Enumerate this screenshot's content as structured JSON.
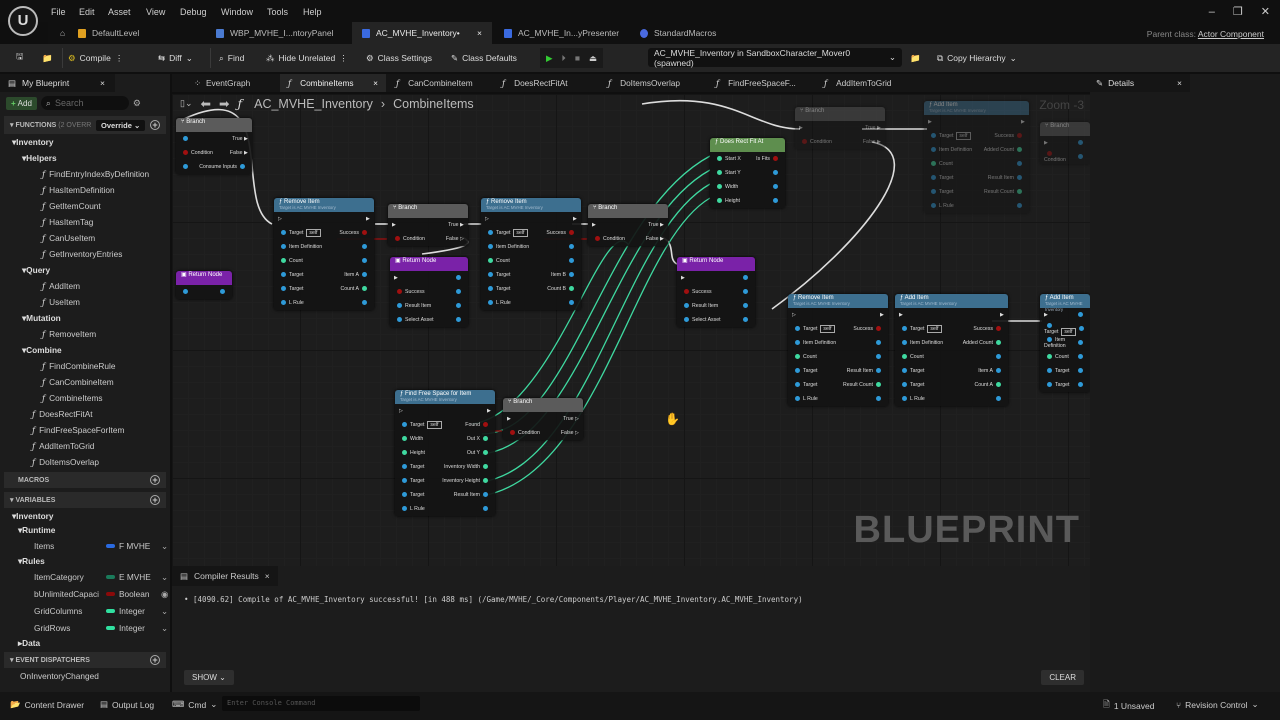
{
  "app": {
    "logo": "U",
    "menu": [
      "File",
      "Edit",
      "Asset",
      "View",
      "Debug",
      "Window",
      "Tools",
      "Help"
    ],
    "window_controls": [
      "–",
      "❐",
      "✕"
    ]
  },
  "doc_tabs": [
    {
      "label": "DefaultLevel",
      "color": "#e0a020"
    },
    {
      "label": "WBP_MVHE_I...ntoryPanel",
      "color": "#4a7ad0"
    },
    {
      "label": "AC_MVHE_Inventory•",
      "color": "#3a6ae0",
      "close": "×"
    },
    {
      "label": "AC_MVHE_In...yPresenter",
      "color": "#3a6ae0"
    },
    {
      "label": "StandardMacros",
      "color": "#4a6ae0"
    }
  ],
  "parent_class": {
    "label": "Parent class:",
    "value": "Actor Component"
  },
  "toolbar": {
    "compile": "Compile",
    "diff": "Diff",
    "find": "Find",
    "hide_unrelated": "Hide Unrelated",
    "class_settings": "Class Settings",
    "class_defaults": "Class Defaults",
    "debug_object": "AC_MVHE_Inventory in SandboxCharacter_Mover0 (spawned)",
    "copy_hierarchy": "Copy Hierarchy"
  },
  "my_blueprint": {
    "title": "My Blueprint",
    "add": "Add",
    "search_placeholder": "Search",
    "functions_header": "FUNCTIONS",
    "functions_count": "(2 OVERR",
    "override": "Override",
    "function_tree": [
      {
        "label": "Inventory",
        "kind": "cat",
        "level": 0
      },
      {
        "label": "Helpers",
        "kind": "cat",
        "level": 1
      },
      {
        "label": "FindEntryIndexByDefinition",
        "kind": "fn",
        "level": 2
      },
      {
        "label": "HasItemDefinition",
        "kind": "fn",
        "level": 2
      },
      {
        "label": "GetItemCount",
        "kind": "fn",
        "level": 2
      },
      {
        "label": "HasItemTag",
        "kind": "fn",
        "level": 2
      },
      {
        "label": "CanUseItem",
        "kind": "fn",
        "level": 2
      },
      {
        "label": "GetInventoryEntries",
        "kind": "fn",
        "level": 2
      },
      {
        "label": "Query",
        "kind": "cat",
        "level": 1
      },
      {
        "label": "AddItem",
        "kind": "fn",
        "level": 2
      },
      {
        "label": "UseItem",
        "kind": "fn",
        "level": 2
      },
      {
        "label": "Mutation",
        "kind": "cat",
        "level": 1
      },
      {
        "label": "RemoveItem",
        "kind": "fn",
        "level": 2
      },
      {
        "label": "Combine",
        "kind": "cat",
        "level": 1
      },
      {
        "label": "FindCombineRule",
        "kind": "fn",
        "level": 2
      },
      {
        "label": "CanCombineItem",
        "kind": "fn",
        "level": 2
      },
      {
        "label": "CombineItems",
        "kind": "fn",
        "level": 2
      },
      {
        "label": "DoesRectFitAt",
        "kind": "fn",
        "level": 1
      },
      {
        "label": "FindFreeSpaceForItem",
        "kind": "fn",
        "level": 1
      },
      {
        "label": "AddItemToGrid",
        "kind": "fn",
        "level": 1
      },
      {
        "label": "DoItemsOverlap",
        "kind": "fn",
        "level": 1
      }
    ],
    "macros_header": "MACROS",
    "variables_header": "VARIABLES",
    "var_categories": {
      "inventory": "Inventory",
      "runtime": "Runtime",
      "rules": "Rules",
      "data": "Data"
    },
    "variables": [
      {
        "name": "Items",
        "type": "F MVHE",
        "color": "#2a6ae0",
        "group": "runtime"
      },
      {
        "name": "ItemCategory",
        "type": "E MVHE",
        "color": "#1a7a5a",
        "group": "rules"
      },
      {
        "name": "bUnlimitedCapaci",
        "type": "Boolean",
        "color": "#8a0a0a",
        "group": "rules"
      },
      {
        "name": "GridColumns",
        "type": "Integer",
        "color": "#30e0a0",
        "group": "rules"
      },
      {
        "name": "GridRows",
        "type": "Integer",
        "color": "#30e0a0",
        "group": "rules"
      }
    ],
    "dispatchers_header": "EVENT DISPATCHERS",
    "dispatchers": [
      "OnInventoryChanged"
    ]
  },
  "graph_tabs": [
    "EventGraph",
    "CombineItems",
    "CanCombineItem",
    "DoesRectFitAt",
    "DoItemsOverlap",
    "FindFreeSpaceF...",
    "AddItemToGrid"
  ],
  "breadcrumb": {
    "root": "AC_MVHE_Inventory",
    "current": "CombineItems"
  },
  "graph": {
    "watermark": "BLUEPRINT",
    "zoom": "Zoom -3",
    "nodes": [
      {
        "title": "Remove Item",
        "sub": "Target is AC MVHE Inventory",
        "kind": "fn",
        "rows": [
          [
            "▷",
            "▶"
          ],
          [
            "Target|self",
            "Success"
          ],
          [
            "Item Definition",
            ""
          ],
          [
            "Count",
            ""
          ],
          [
            "Target",
            "Item A"
          ],
          [
            "Target",
            "Count A"
          ],
          [
            "L Rule",
            ""
          ]
        ]
      },
      {
        "title": "Branch",
        "kind": "branch",
        "rows": [
          [
            "▶",
            "True ▶"
          ],
          [
            "Condition",
            "False ▷"
          ]
        ]
      },
      {
        "title": "Return Node",
        "kind": "ret",
        "rows": [
          [
            "▶",
            ""
          ],
          [
            "Success",
            ""
          ],
          [
            "Result Item",
            ""
          ],
          [
            "Select Asset",
            ""
          ]
        ]
      },
      {
        "title": "Remove Item",
        "sub": "Target is AC MVHE Inventory",
        "kind": "fn",
        "rows": [
          [
            "▷",
            "▶"
          ],
          [
            "Target|self",
            "Success"
          ],
          [
            "Item Definition",
            ""
          ],
          [
            "Count",
            ""
          ],
          [
            "Target",
            "Item B"
          ],
          [
            "Target",
            "Count B"
          ],
          [
            "L Rule",
            ""
          ]
        ]
      },
      {
        "title": "Branch",
        "kind": "branch",
        "rows": [
          [
            "▶",
            "True ▶"
          ],
          [
            "Condition",
            "False ▶"
          ]
        ]
      },
      {
        "title": "Return Node",
        "kind": "ret",
        "rows": [
          [
            "▶",
            ""
          ],
          [
            "Success",
            ""
          ],
          [
            "Result Item",
            ""
          ],
          [
            "Select Asset",
            ""
          ]
        ]
      },
      {
        "title": "Does Rect Fit At",
        "kind": "pure",
        "rows": [
          [
            "Start X",
            "Is Fits"
          ],
          [
            "Start Y",
            ""
          ],
          [
            "Width",
            ""
          ],
          [
            "Height",
            ""
          ]
        ]
      },
      {
        "title": "Branch",
        "kind": "branch",
        "faded": true,
        "rows": [
          [
            "▶",
            "True ▶"
          ],
          [
            "Condition",
            "False ▶"
          ]
        ]
      },
      {
        "title": "Add Item",
        "sub": "Target is AC MVHE Inventory",
        "kind": "fn",
        "faded": true,
        "rows": [
          [
            "▶",
            "▶"
          ],
          [
            "Target|self",
            "Success"
          ],
          [
            "Item Definition",
            "Added Count"
          ],
          [
            "Count",
            ""
          ],
          [
            "Target",
            "Result Item"
          ],
          [
            "Target",
            "Result Count"
          ],
          [
            "L Rule",
            ""
          ]
        ]
      },
      {
        "title": "Branch",
        "kind": "branch",
        "faded": true,
        "rows": [
          [
            "▶",
            ""
          ],
          [
            "Condition",
            ""
          ]
        ]
      },
      {
        "title": "Remove Item",
        "sub": "Target is AC MVHE Inventory",
        "kind": "fn",
        "rows": [
          [
            "▷",
            "▶"
          ],
          [
            "Target|self",
            "Success"
          ],
          [
            "Item Definition",
            ""
          ],
          [
            "Count",
            ""
          ],
          [
            "Target",
            "Result Item"
          ],
          [
            "Target",
            "Result Count"
          ],
          [
            "L Rule",
            ""
          ]
        ]
      },
      {
        "title": "Add Item",
        "sub": "Target is AC MVHE Inventory",
        "kind": "fn",
        "rows": [
          [
            "▶",
            "▶"
          ],
          [
            "Target|self",
            "Success"
          ],
          [
            "Item Definition",
            "Added Count"
          ],
          [
            "Count",
            ""
          ],
          [
            "Target",
            "Item A"
          ],
          [
            "Target",
            "Count A"
          ],
          [
            "L Rule",
            ""
          ]
        ]
      },
      {
        "title": "Add Item",
        "sub": "Target is AC MVHE Inventory",
        "kind": "fn",
        "rows": [
          [
            "▶",
            ""
          ],
          [
            "Target|self",
            ""
          ],
          [
            "Item Definition",
            ""
          ],
          [
            "Count",
            ""
          ],
          [
            "Target",
            ""
          ],
          [
            "Target",
            ""
          ]
        ]
      },
      {
        "title": "Find Free Space for Item",
        "sub": "Target is AC MVHE Inventory",
        "kind": "fn",
        "rows": [
          [
            "▷",
            "▶"
          ],
          [
            "Target|self",
            "Found"
          ],
          [
            "Width",
            "Out X"
          ],
          [
            "Height",
            "Out Y"
          ],
          [
            "Target",
            "Inventory Width"
          ],
          [
            "Target",
            "Inventory Height"
          ],
          [
            "Target",
            "Result Item"
          ],
          [
            "L Rule",
            ""
          ]
        ]
      },
      {
        "title": "Branch",
        "kind": "branch",
        "rows": [
          [
            "▶",
            "True ▷"
          ],
          [
            "Condition",
            "False ▷"
          ]
        ]
      },
      {
        "title": "Branch",
        "kind": "branch",
        "rows": [
          [
            "",
            "True ▶"
          ],
          [
            "Condition",
            "False ▶"
          ],
          [
            "",
            "Consume Inputs"
          ]
        ]
      },
      {
        "title": "Return Node",
        "kind": "ret",
        "rows": [
          [
            "",
            ""
          ]
        ]
      }
    ]
  },
  "compiler": {
    "title": "Compiler Results",
    "message": "[4090.62] Compile of AC_MVHE_Inventory successful! [in 488 ms] (/Game/MVHE/_Core/Components/Player/AC_MVHE_Inventory.AC_MVHE_Inventory)",
    "show": "SHOW",
    "clear": "CLEAR"
  },
  "details": {
    "title": "Details"
  },
  "status": {
    "content_drawer": "Content Drawer",
    "output_log": "Output Log",
    "cmd": "Cmd",
    "console_placeholder": "Enter Console Command",
    "unsaved": "1 Unsaved",
    "revision_control": "Revision Control"
  }
}
